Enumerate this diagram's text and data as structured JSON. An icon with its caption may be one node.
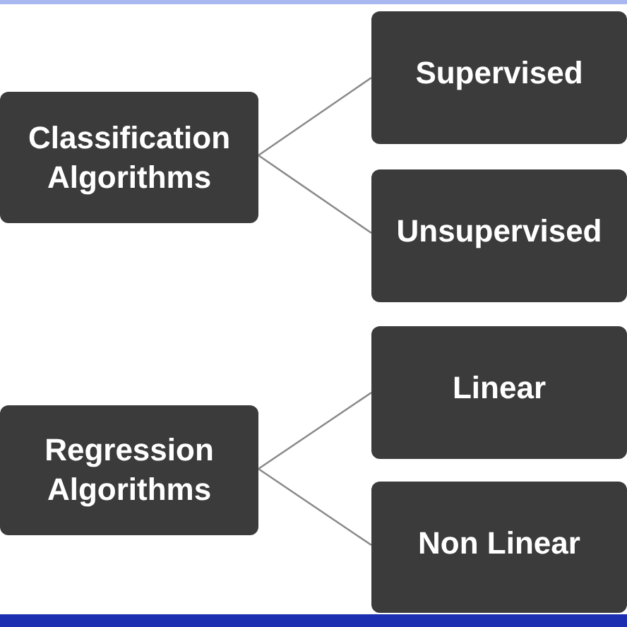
{
  "diagram": {
    "nodes": [
      {
        "text": [
          "Classification Algorithms"
        ]
      },
      {
        "text": [
          "Supervised"
        ]
      },
      {
        "text": [
          "Unsupervised"
        ]
      },
      {
        "text": [
          "Regression Algorithms"
        ]
      },
      {
        "text": [
          "Linear"
        ]
      },
      {
        "text": [
          "Non Linear"
        ]
      }
    ],
    "edges": [
      {
        "from": 0,
        "to": 1,
        "arrow": "none"
      },
      {
        "from": 0,
        "to": 2,
        "arrow": "none"
      },
      {
        "from": 3,
        "to": 4,
        "arrow": "none"
      },
      {
        "from": 3,
        "to": 5,
        "arrow": "none"
      }
    ]
  }
}
